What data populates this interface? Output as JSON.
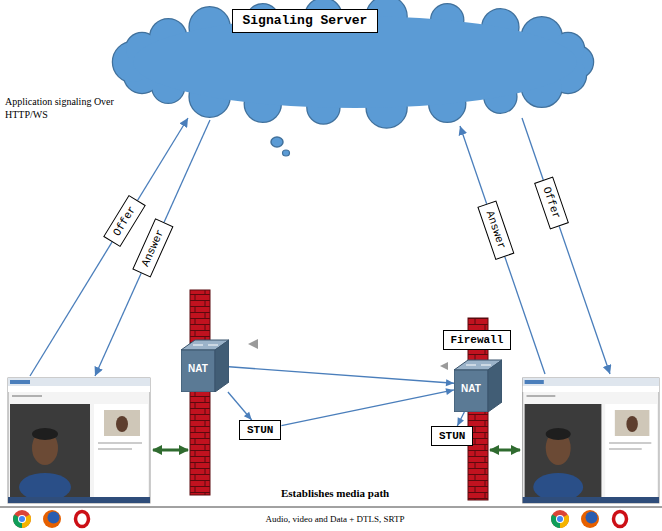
{
  "diagram": {
    "nodes": [
      {
        "text": [
          "Signaling Server"
        ]
      },
      {
        "text": [
          "Offer"
        ]
      },
      {
        "text": [
          "Answer"
        ]
      },
      {
        "text": [
          "Answer"
        ]
      },
      {
        "text": [
          "Offer"
        ]
      },
      {
        "text": [
          "Firewall"
        ]
      },
      {
        "text": [
          "NAT"
        ]
      },
      {
        "text": [
          "NAT"
        ]
      },
      {
        "text": [
          "STUN"
        ]
      },
      {
        "text": [
          "STUN"
        ]
      }
    ],
    "edges": [
      {
        "from": 6,
        "to": 8,
        "arrow": "to"
      },
      {
        "from": 6,
        "to": 7,
        "arrow": "to"
      },
      {
        "from": 8,
        "to": 7,
        "arrow": "to"
      },
      {
        "from": 7,
        "to": 9,
        "arrow": "to"
      }
    ],
    "labels": [
      "Application signaling Over HTTP/WS",
      "Establishes media path",
      "Audio, video and Data + DTLS, SRTP"
    ]
  }
}
